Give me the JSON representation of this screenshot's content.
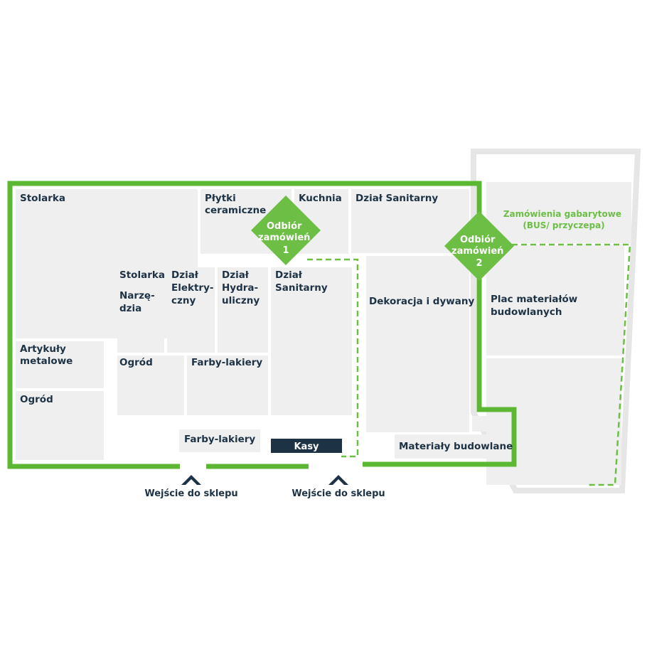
{
  "colors": {
    "wall_green": "#5cb833",
    "diamond_green": "#6cbe45",
    "room_gray": "#efefef",
    "label_navy": "#1e3245",
    "outline_gray": "#e6e6e6"
  },
  "departments": {
    "stolarka_outer": "Stolarka",
    "plytki": [
      "Płytki",
      "ceramiczne"
    ],
    "kuchnia": "Kuchnia",
    "sanitarny_top": "Dział Sanitarny",
    "artykuly": [
      "Artykuły",
      "metalowe"
    ],
    "ogrod_outer": "Ogród",
    "stolarka_inner": "Stolarka",
    "narzedzia": [
      "Narzę-",
      "dzia"
    ],
    "elektryczny": [
      "Dział",
      "Elektry-",
      "czny"
    ],
    "hydrauliczny": [
      "Dział",
      "Hydra-",
      "uliczny"
    ],
    "sanitarny_inner": [
      "Dział",
      "Sanitarny"
    ],
    "ogrod_inner": "Ogród",
    "farby_inner": "Farby-lakiery",
    "farby_bottom": "Farby-lakiery",
    "dekoracja": "Dekoracja i dywany",
    "materialy": "Materiały budowlane",
    "plac": [
      "Plac materiałów",
      "budowlanych"
    ],
    "zamowienia": [
      "Zamówienia gabarytowe",
      "(BUS/ przyczepa)"
    ]
  },
  "pickup": [
    {
      "lines": [
        "Odbiór",
        "zamówień",
        "1"
      ]
    },
    {
      "lines": [
        "Odbiór",
        "zamówień",
        "2"
      ]
    }
  ],
  "checkout": "Kasy",
  "entrances": [
    {
      "label": "Wejście do sklepu"
    },
    {
      "label": "Wejście do sklepu"
    }
  ]
}
